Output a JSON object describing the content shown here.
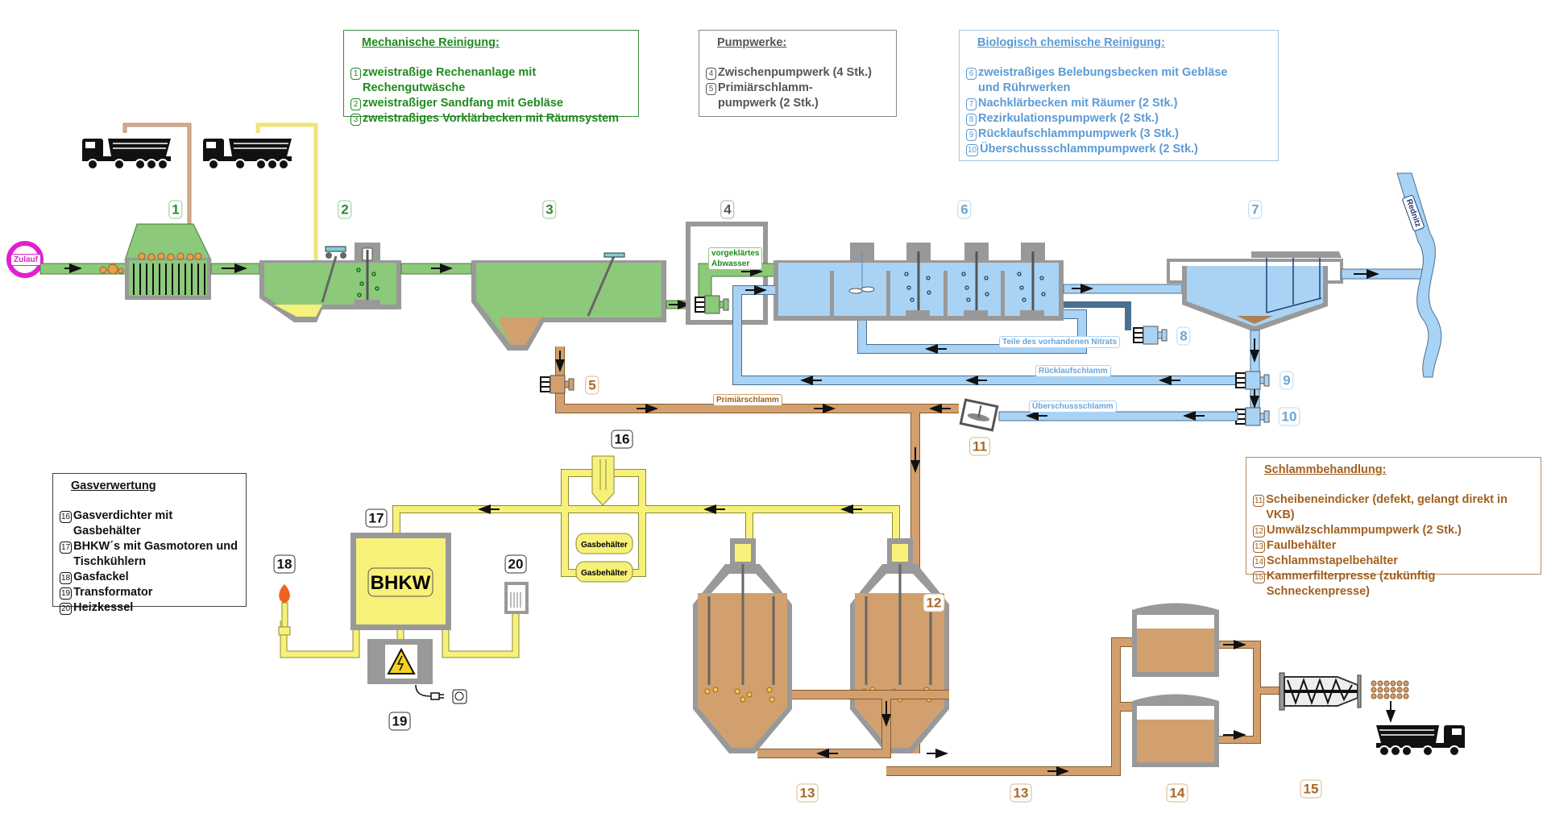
{
  "legends": {
    "mechanical": {
      "title": "Mechanische Reinigung:",
      "items": [
        {
          "num": "1",
          "text": "zweistraßige Rechenanlage mit Rechengutwäsche"
        },
        {
          "num": "2",
          "text": "zweistraßiger Sandfang mit Gebläse"
        },
        {
          "num": "3",
          "text": "zweistraßiges Vorklärbecken mit Räumsystem"
        }
      ]
    },
    "pumps": {
      "title": "Pumpwerke:",
      "items": [
        {
          "num": "4",
          "text": "Zwischenpumpwerk (4 Stk.)"
        },
        {
          "num": "5",
          "text": "Primiärschlamm-",
          "text2": "pumpwerk (2 Stk.)"
        }
      ]
    },
    "biological": {
      "title": "Biologisch chemische Reinigung:",
      "items": [
        {
          "num": "6",
          "text": "zweistraßiges Belebungsbecken mit Gebläse",
          "text2": "und Rührwerken"
        },
        {
          "num": "7",
          "text": "Nachklärbecken mit Räumer (2 Stk.)"
        },
        {
          "num": "8",
          "text": "Rezirkulationspumpwerk (2 Stk.)"
        },
        {
          "num": "9",
          "text": "Rücklaufschlammpumpwerk (3 Stk.)"
        },
        {
          "num": "10",
          "text": "Überschussschlammpumpwerk (2 Stk.)"
        }
      ]
    },
    "sludge": {
      "title": "Schlammbehandlung:",
      "items": [
        {
          "num": "11",
          "text": "Scheibeneindicker (defekt, gelangt direkt in VKB)"
        },
        {
          "num": "12",
          "text": "Umwälzschlammpumpwerk (2 Stk.)"
        },
        {
          "num": "13",
          "text": "Faulbehälter"
        },
        {
          "num": "14",
          "text": "Schlammstapelbehälter"
        },
        {
          "num": "15",
          "text": "Kammerfilterpresse (zukünftig Schneckenpresse)"
        }
      ]
    },
    "gas": {
      "title": "Gasverwertung",
      "items": [
        {
          "num": "16",
          "text": "Gasverdichter mit Gasbehälter"
        },
        {
          "num": "17",
          "text": "BHKW´s mit Gasmotoren und",
          "text2": "Tischkühlern"
        },
        {
          "num": "18",
          "text": "Gasfackel"
        },
        {
          "num": "19",
          "text": "Transformator"
        },
        {
          "num": "20",
          "text": "Heizkessel"
        }
      ]
    }
  },
  "labels": {
    "inflow": "Zulauf",
    "river": "Rednitz",
    "preclarified_1": "vorgeklärtes",
    "preclarified_2": "Abwasser",
    "nitrate": "Teile des vorhandenen Nitrats",
    "return_sludge": "Rücklaufschlamm",
    "excess_sludge": "Überschussschlamm",
    "primary_sludge": "Primiärschlamm",
    "gas_holder_1": "Gasbehälter",
    "gas_holder_2": "Gasbehälter",
    "chp": "BHKW"
  },
  "badges": [
    "1",
    "2",
    "3",
    "4",
    "5",
    "6",
    "7",
    "8",
    "9",
    "10",
    "11",
    "12",
    "13",
    "13",
    "14",
    "15",
    "16",
    "17",
    "18",
    "19",
    "20"
  ],
  "colors": {
    "mechanical": "#1f8a1f",
    "biological": "#5b9bd5",
    "sludge": "#a2601f",
    "gas": "#f7f17a",
    "inflow_ring": "#e020d0"
  }
}
